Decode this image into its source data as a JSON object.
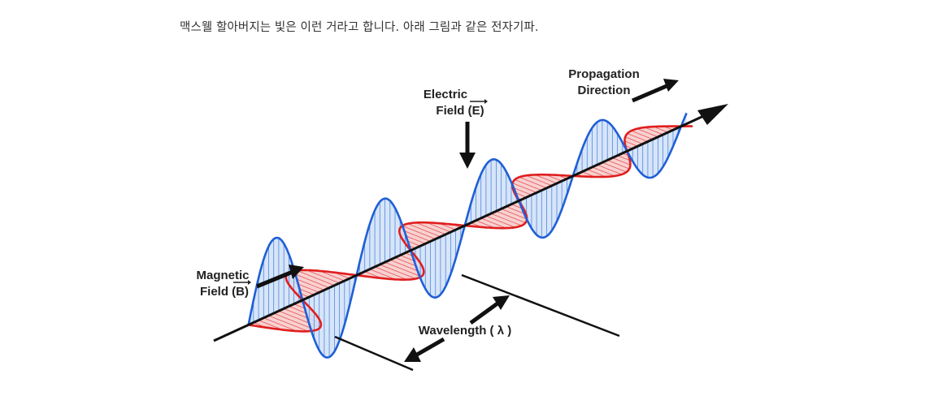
{
  "caption": "맥스웰 할아버지는 빛은 이런 거라고 합니다. 아래 그림과 같은 전자기파.",
  "labels": {
    "electric_line1": "Electric",
    "electric_line2": "Field (E)",
    "magnetic_line1": "Magnetic",
    "magnetic_line2": "Field (B)",
    "propagation_line1": "Propagation",
    "propagation_line2": "Direction",
    "wavelength": "Wavelength ( λ )"
  },
  "colors": {
    "electric_stroke": "#1f5fd6",
    "electric_fill": "#cfe1f7",
    "magnetic_stroke": "#e01e1e",
    "magnetic_fill": "#f7c9c9",
    "axis": "#111111"
  }
}
